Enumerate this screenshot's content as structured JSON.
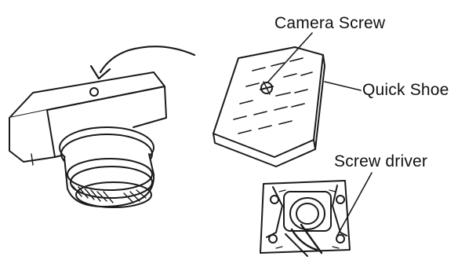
{
  "labels": {
    "camera_screw": "Camera Screw",
    "quick_shoe": "Quick Shoe",
    "screw_driver": "Screw driver"
  },
  "colors": {
    "ink": "#111111",
    "background": "#ffffff"
  }
}
